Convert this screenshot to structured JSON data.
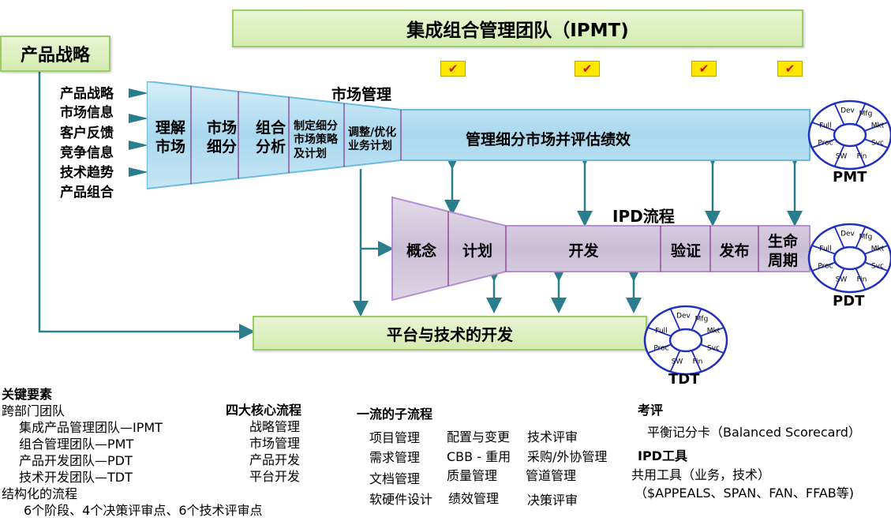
{
  "ipmt_title": "集成组合管理团队（IPMT)",
  "product_strategy": "产品战略",
  "inputs": [
    "产品战略",
    "市场信息",
    "客户反馈",
    "竞争信息",
    "技术趋势",
    "产品组合"
  ],
  "market_mgmt": {
    "title": "市场管理",
    "stages": [
      "理解市场",
      "市场细分",
      "组合分析",
      "制定细分市场策略及计划",
      "调整/优化业务计划"
    ],
    "tube_label": "管理细分市场并评估绩效"
  },
  "ipd": {
    "title": "IPD流程",
    "stages": [
      "概念",
      "计划",
      "开发",
      "验证",
      "发布",
      "生命周期"
    ]
  },
  "platform": "平台与技术的开发",
  "wheel_segments": [
    "Dev",
    "Mfg",
    "Mkt",
    "Svc",
    "Fin",
    "SW",
    "Proc",
    "Full"
  ],
  "teams": {
    "pmt": "PMT",
    "pdt": "PDT",
    "tdt": "TDT"
  },
  "check_mark": "✔",
  "key_elements": {
    "title": "关键要素",
    "lines": [
      "跨部门团队",
      "集成产品管理团队—IPMT",
      "组合管理团队—PMT",
      "产品开发团队—PDT",
      "技术开发团队—TDT",
      "结构化的流程",
      "6个阶段、4个决策评审点、6个技术评审点"
    ]
  },
  "core_processes": {
    "title": "四大核心流程",
    "items": [
      "战略管理",
      "市场管理",
      "产品开发",
      "平台开发"
    ]
  },
  "sub_processes": {
    "title": "一流的子流程",
    "items": [
      "项目管理",
      "配置与变更",
      "技术评审",
      "需求管理",
      "CBB - 重用",
      "采购/外协管理",
      "文档管理",
      "质量管理",
      "管道管理",
      "软硬件设计",
      "绩效管理",
      "决策评审"
    ]
  },
  "evaluation": {
    "title": "考评",
    "text": "平衡记分卡（Balanced Scorecard）"
  },
  "ipd_tools": {
    "title": "IPD工具",
    "line1": "共用工具（业务，技术）",
    "line2": "（$APPEALS、SPAN、FAN、FFAB等)"
  }
}
